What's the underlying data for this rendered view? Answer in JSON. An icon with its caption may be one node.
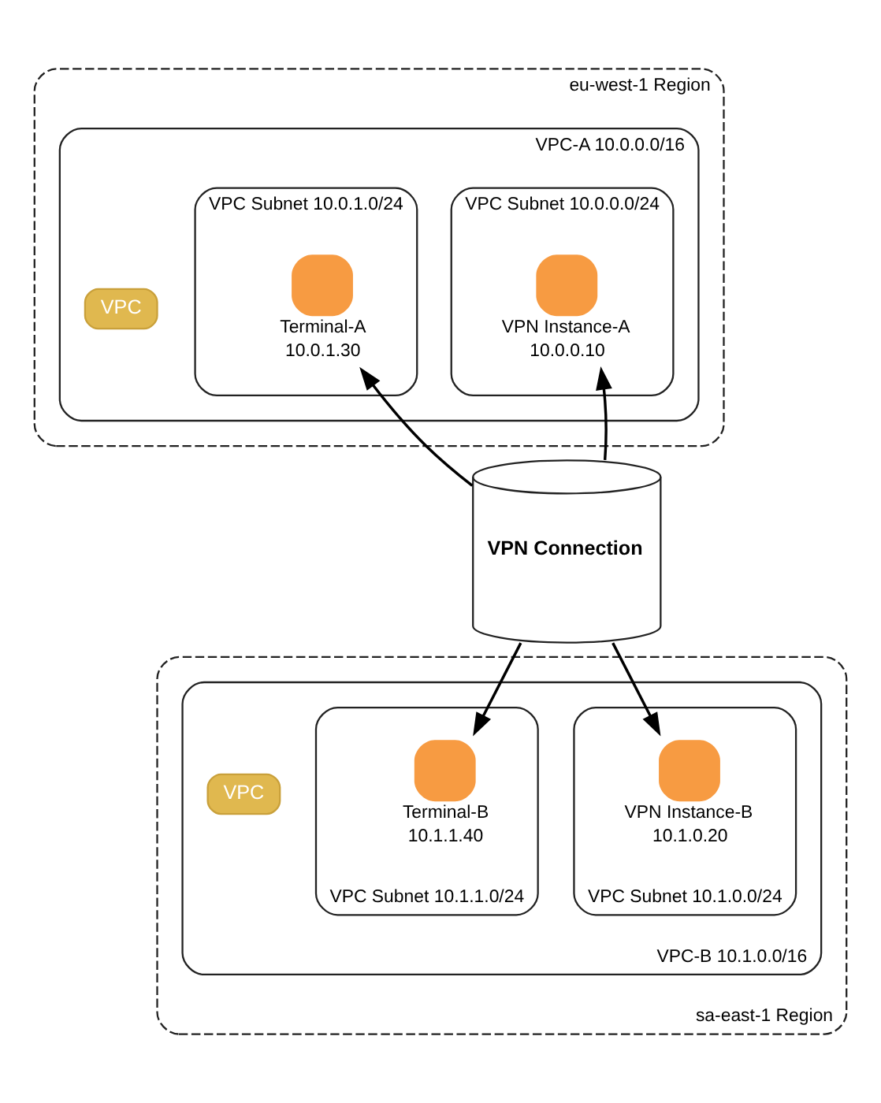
{
  "diagram": {
    "nodes": [
      {
        "text": [
          "eu-west-1 Region"
        ]
      },
      {
        "text": [
          "VPC",
          "VPC-A 10.0.0.0/16"
        ],
        "in": 0
      },
      {
        "text": [
          "VPC Subnet 10.0.0.0/24"
        ],
        "in": 1
      },
      {
        "text": [
          "VPN Instance-A",
          "10.0.0.10"
        ],
        "in": 2
      },
      {
        "text": [
          "VPC Subnet 10.0.1.0/24"
        ],
        "in": 1
      },
      {
        "text": [
          "Terminal-A",
          "10.0.1.30"
        ],
        "in": 4
      },
      {
        "text": [
          "VPN Connection"
        ]
      },
      {
        "text": [
          "sa-east-1 Region"
        ]
      },
      {
        "text": [
          "VPC",
          "VPC-B 10.1.0.0/16"
        ],
        "in": 7
      },
      {
        "text": [
          "VPC Subnet 10.1.0.0/24"
        ],
        "in": 8
      },
      {
        "text": [
          "VPN Instance-B",
          "10.1.0.20"
        ],
        "in": 9
      },
      {
        "text": [
          "VPC Subnet 10.1.1.0/24"
        ],
        "in": 8
      },
      {
        "text": [
          "Terminal-B",
          "10.1.1.40"
        ],
        "in": 11
      }
    ],
    "edges": [
      {
        "from": 6,
        "to": 3,
        "arrow": "to"
      },
      {
        "from": 6,
        "to": 5,
        "arrow": "to"
      },
      {
        "from": 6,
        "to": 10,
        "arrow": "to"
      },
      {
        "from": 6,
        "to": 12,
        "arrow": "to"
      }
    ]
  }
}
